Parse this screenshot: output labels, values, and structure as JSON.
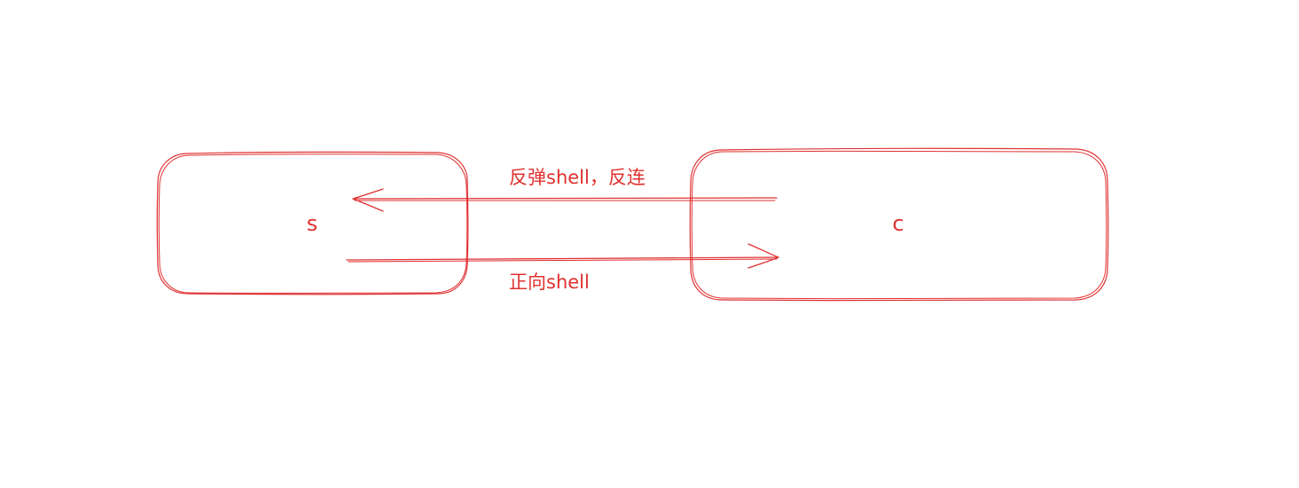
{
  "diagram": {
    "stroke_color": "#e03131",
    "nodes": [
      {
        "id": "s",
        "label": "s"
      },
      {
        "id": "c",
        "label": "c"
      }
    ],
    "edges": [
      {
        "from": "c",
        "to": "s",
        "label": "反弹shell，反连"
      },
      {
        "from": "s",
        "to": "c",
        "label": "正向shell"
      }
    ]
  }
}
